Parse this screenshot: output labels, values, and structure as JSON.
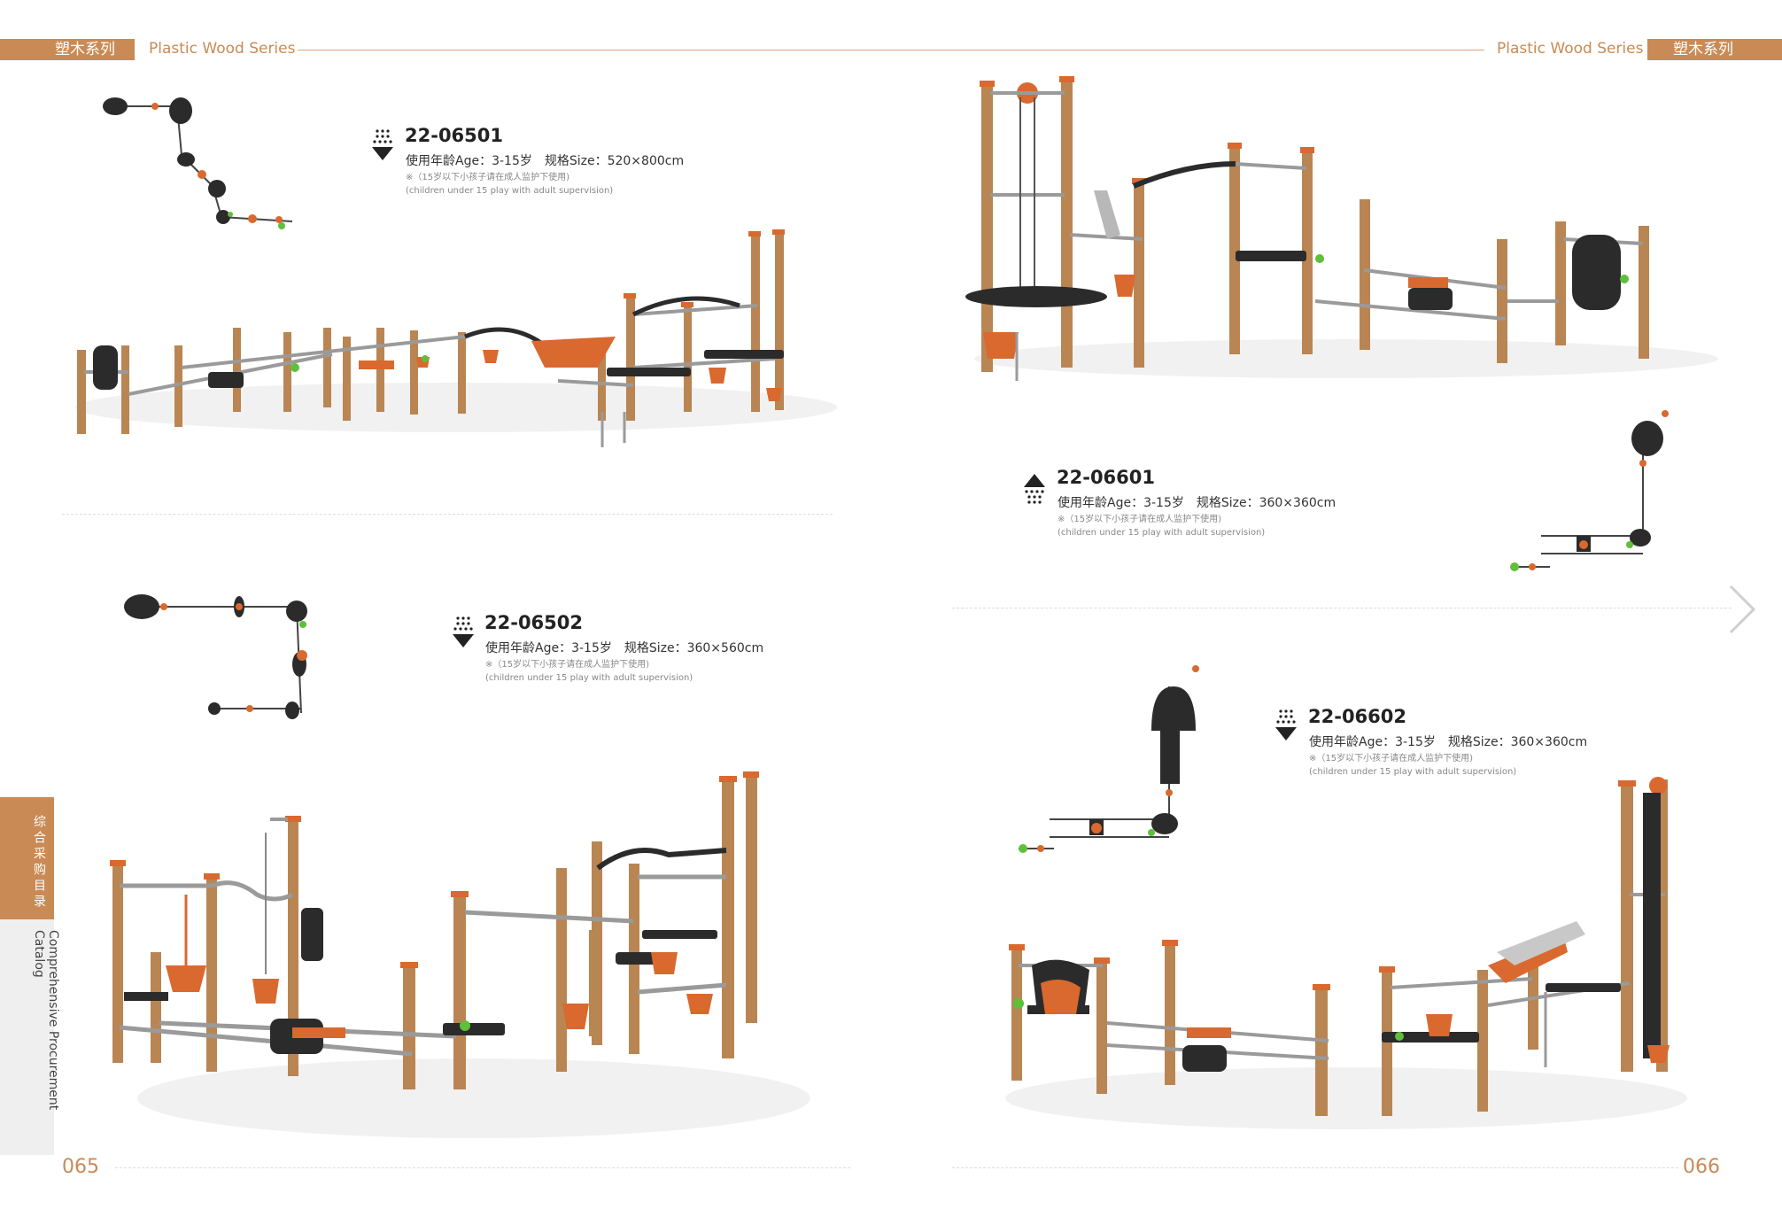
{
  "header": {
    "left_tag": "塑木系列",
    "left_series": "Plastic Wood Series",
    "right_series": "Plastic Wood Series",
    "right_tag": "塑木系列"
  },
  "side_tab": {
    "cn_label": "综合采购目录",
    "en_label": "Comprehensive Procurement Catalog"
  },
  "pages": {
    "left": "065",
    "right": "066"
  },
  "products": [
    {
      "code": "22-06501",
      "spec": "使用年龄Age：3-15岁　规格Size：520×800cm",
      "note_cn": "※（15岁以下小孩子请在成人监护下使用)",
      "note_en": "(children under 15 play with adult supervision)"
    },
    {
      "code": "22-06502",
      "spec": "使用年龄Age：3-15岁　规格Size：360×560cm",
      "note_cn": "※（15岁以下小孩子请在成人监护下使用)",
      "note_en": "(children under 15 play with adult supervision)"
    },
    {
      "code": "22-06601",
      "spec": "使用年龄Age：3-15岁　规格Size：360×360cm",
      "note_cn": "※（15岁以下小孩子请在成人监护下使用)",
      "note_en": "(children under 15 play with adult supervision)"
    },
    {
      "code": "22-06602",
      "spec": "使用年龄Age：3-15岁　规格Size：360×360cm",
      "note_cn": "※（15岁以下小孩子请在成人监护下使用)",
      "note_en": "(children under 15 play with adult supervision)"
    }
  ],
  "icons": {
    "next": "chevron-right-icon",
    "arrow": "arrow-marker-icon"
  },
  "colors": {
    "accent": "#c98a55",
    "wood": "#b98553",
    "metal": "#9a9a9a",
    "dark": "#2b2b2b",
    "orange": "#d9692e"
  }
}
